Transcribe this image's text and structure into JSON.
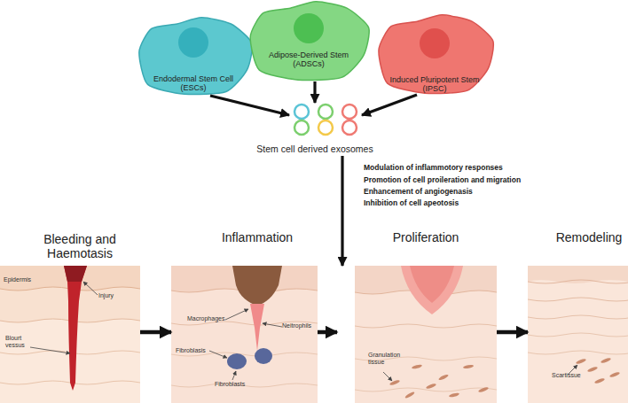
{
  "diagram": {
    "nodes": [
      {
        "text": [
          "Endodermal Stem Cell (ESCs)"
        ]
      },
      {
        "text": [
          "Adipose-Derived Stem (ADSCs)"
        ]
      },
      {
        "text": [
          "Induced Pluripotent Stem (IPSC)"
        ]
      },
      {
        "text": [
          "Stem cell derived exosomes"
        ]
      },
      {
        "text": [
          "Bleeding and Haemotasis",
          "Epidermis",
          "Injury",
          "Blourt vessus"
        ]
      },
      {
        "text": [
          "Inflammation",
          "Macrophages",
          "Neitrophils",
          "Fibroblasis",
          "Fibroblasts"
        ]
      },
      {
        "text": [
          "Proliferation",
          "Granulation tissue"
        ]
      },
      {
        "text": [
          "Remodeling",
          "Scartissue"
        ]
      }
    ],
    "edges": [
      {
        "from": 0,
        "to": 3,
        "arrow": "to"
      },
      {
        "from": 1,
        "to": 3,
        "arrow": "to"
      },
      {
        "from": 2,
        "to": 3,
        "arrow": "to"
      },
      {
        "from": 3,
        "to": 6,
        "arrow": "to"
      },
      {
        "from": 4,
        "to": 5,
        "arrow": "to"
      },
      {
        "from": 5,
        "to": 6,
        "arrow": "to"
      },
      {
        "from": 6,
        "to": 7,
        "arrow": "to"
      }
    ],
    "labels": [
      "Modulation of inflammotory responses",
      "Promotion of cell proileration and migration",
      "Enhancement of angiogenasis",
      "Inhibition of cell apeotosis"
    ]
  }
}
